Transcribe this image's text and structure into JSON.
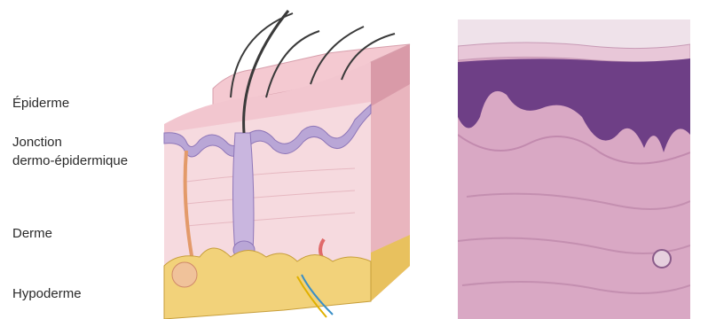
{
  "labels": {
    "epidermis": "Épiderme",
    "dej_line1": "Jonction",
    "dej_line2": "dermo-épidermique",
    "dermis": "Derme",
    "hypodermis": "Hypoderme"
  },
  "colors": {
    "epidermis": "#f2c6cf",
    "epidermis_top": "#f7d6dc",
    "basal_layer": "#b9a6d6",
    "dermis": "#f6dadf",
    "hypodermis": "#f2d27a",
    "histology_bg": "#d9a8c4",
    "histology_epidermis": "#6e3f86"
  }
}
